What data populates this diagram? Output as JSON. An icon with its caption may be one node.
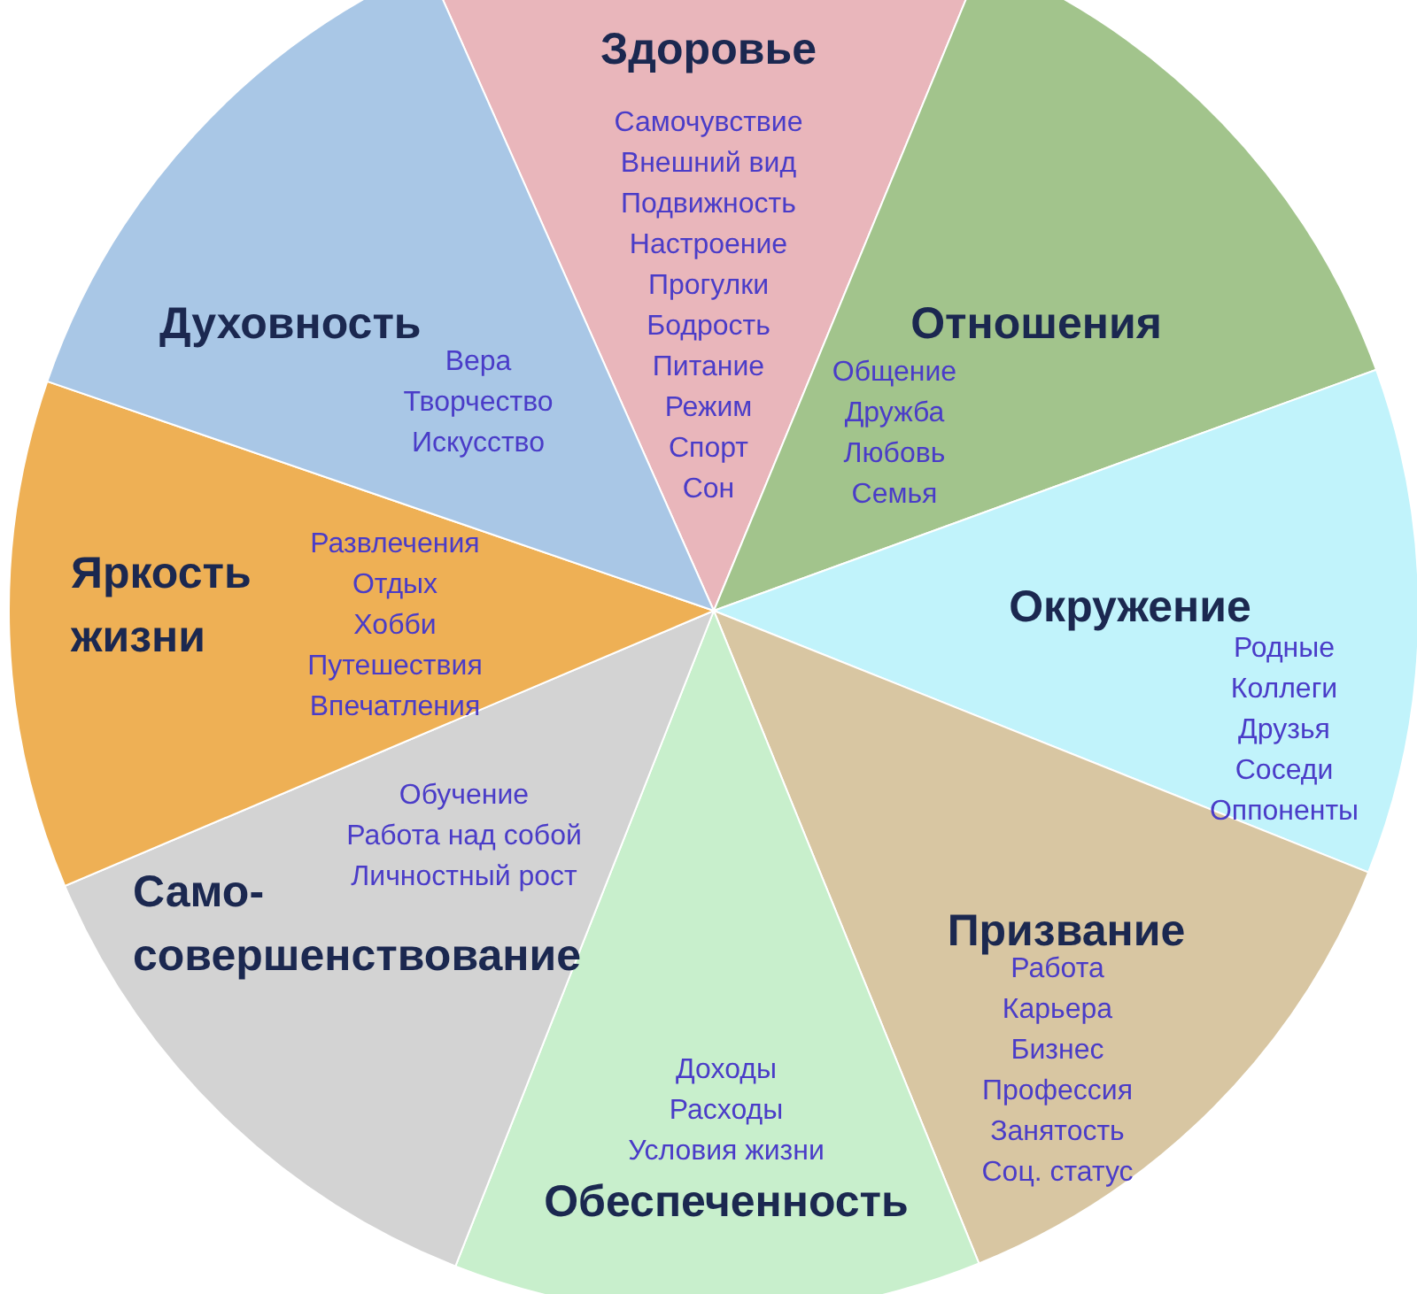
{
  "diagram": {
    "nodes": [
      {
        "text": [
          "Здоровье",
          "Самочувствие",
          "Внешний вид",
          "Подвижность",
          "Настроение",
          "Прогулки",
          "Бодрость",
          "Питание",
          "Режим",
          "Спорт",
          "Сон"
        ]
      },
      {
        "text": [
          "Отношения",
          "Общение",
          "Дружба",
          "Любовь",
          "Семья"
        ]
      },
      {
        "text": [
          "Окружение",
          "Родные",
          "Коллеги",
          "Друзья",
          "Соседи",
          "Оппоненты"
        ]
      },
      {
        "text": [
          "Призвание",
          "Работа",
          "Карьера",
          "Бизнес",
          "Профессия",
          "Занятость",
          "Соц. статус"
        ]
      },
      {
        "text": [
          "Доходы",
          "Расходы",
          "Условия жизни",
          "Обеспеченность"
        ]
      },
      {
        "text": [
          "Само-совершенствование",
          "Обучение",
          "Работа над собой",
          "Личностный рост"
        ]
      },
      {
        "text": [
          "Яркость жизни",
          "Развлечения",
          "Отдых",
          "Хобби",
          "Путешествия",
          "Впечатления"
        ]
      },
      {
        "text": [
          "Духовность",
          "Вера",
          "Творчество",
          "Искусство"
        ]
      }
    ]
  }
}
